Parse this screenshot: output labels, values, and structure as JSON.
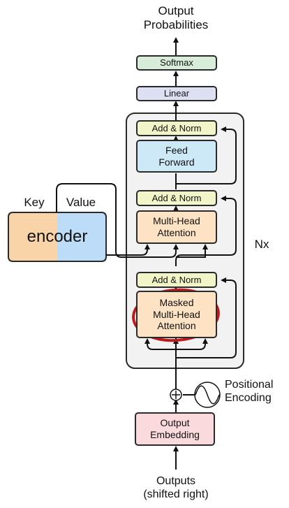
{
  "labels": {
    "output_probabilities": [
      "Output",
      "Probabilities"
    ],
    "softmax": "Softmax",
    "linear": "Linear",
    "add_norm": "Add & Norm",
    "feed_forward": [
      "Feed",
      "Forward"
    ],
    "multi_head_attention": [
      "Multi-Head",
      "Attention"
    ],
    "masked_multi_head_attention": [
      "Masked",
      "Multi-Head",
      "Attention"
    ],
    "nx": "Nx",
    "key": "Key",
    "value": "Value",
    "encoder": "encoder",
    "positional_encoding": [
      "Positional",
      "Encoding"
    ],
    "output_embedding": [
      "Output",
      "Embedding"
    ],
    "outputs": [
      "Outputs",
      "(shifted right)"
    ]
  },
  "colors": {
    "softmax": "#d7ecd9",
    "linear": "#dde0f3",
    "add_norm": "#f1f5c7",
    "feed_forward": "#cde9f8",
    "attention": "#fde2c4",
    "embedding": "#fadadd",
    "key_fill": "#f9d4a8",
    "value_fill": "#bcdcf7",
    "decoder_block_bg": "#f2f2f2",
    "highlight_circle": "#c0191c"
  }
}
